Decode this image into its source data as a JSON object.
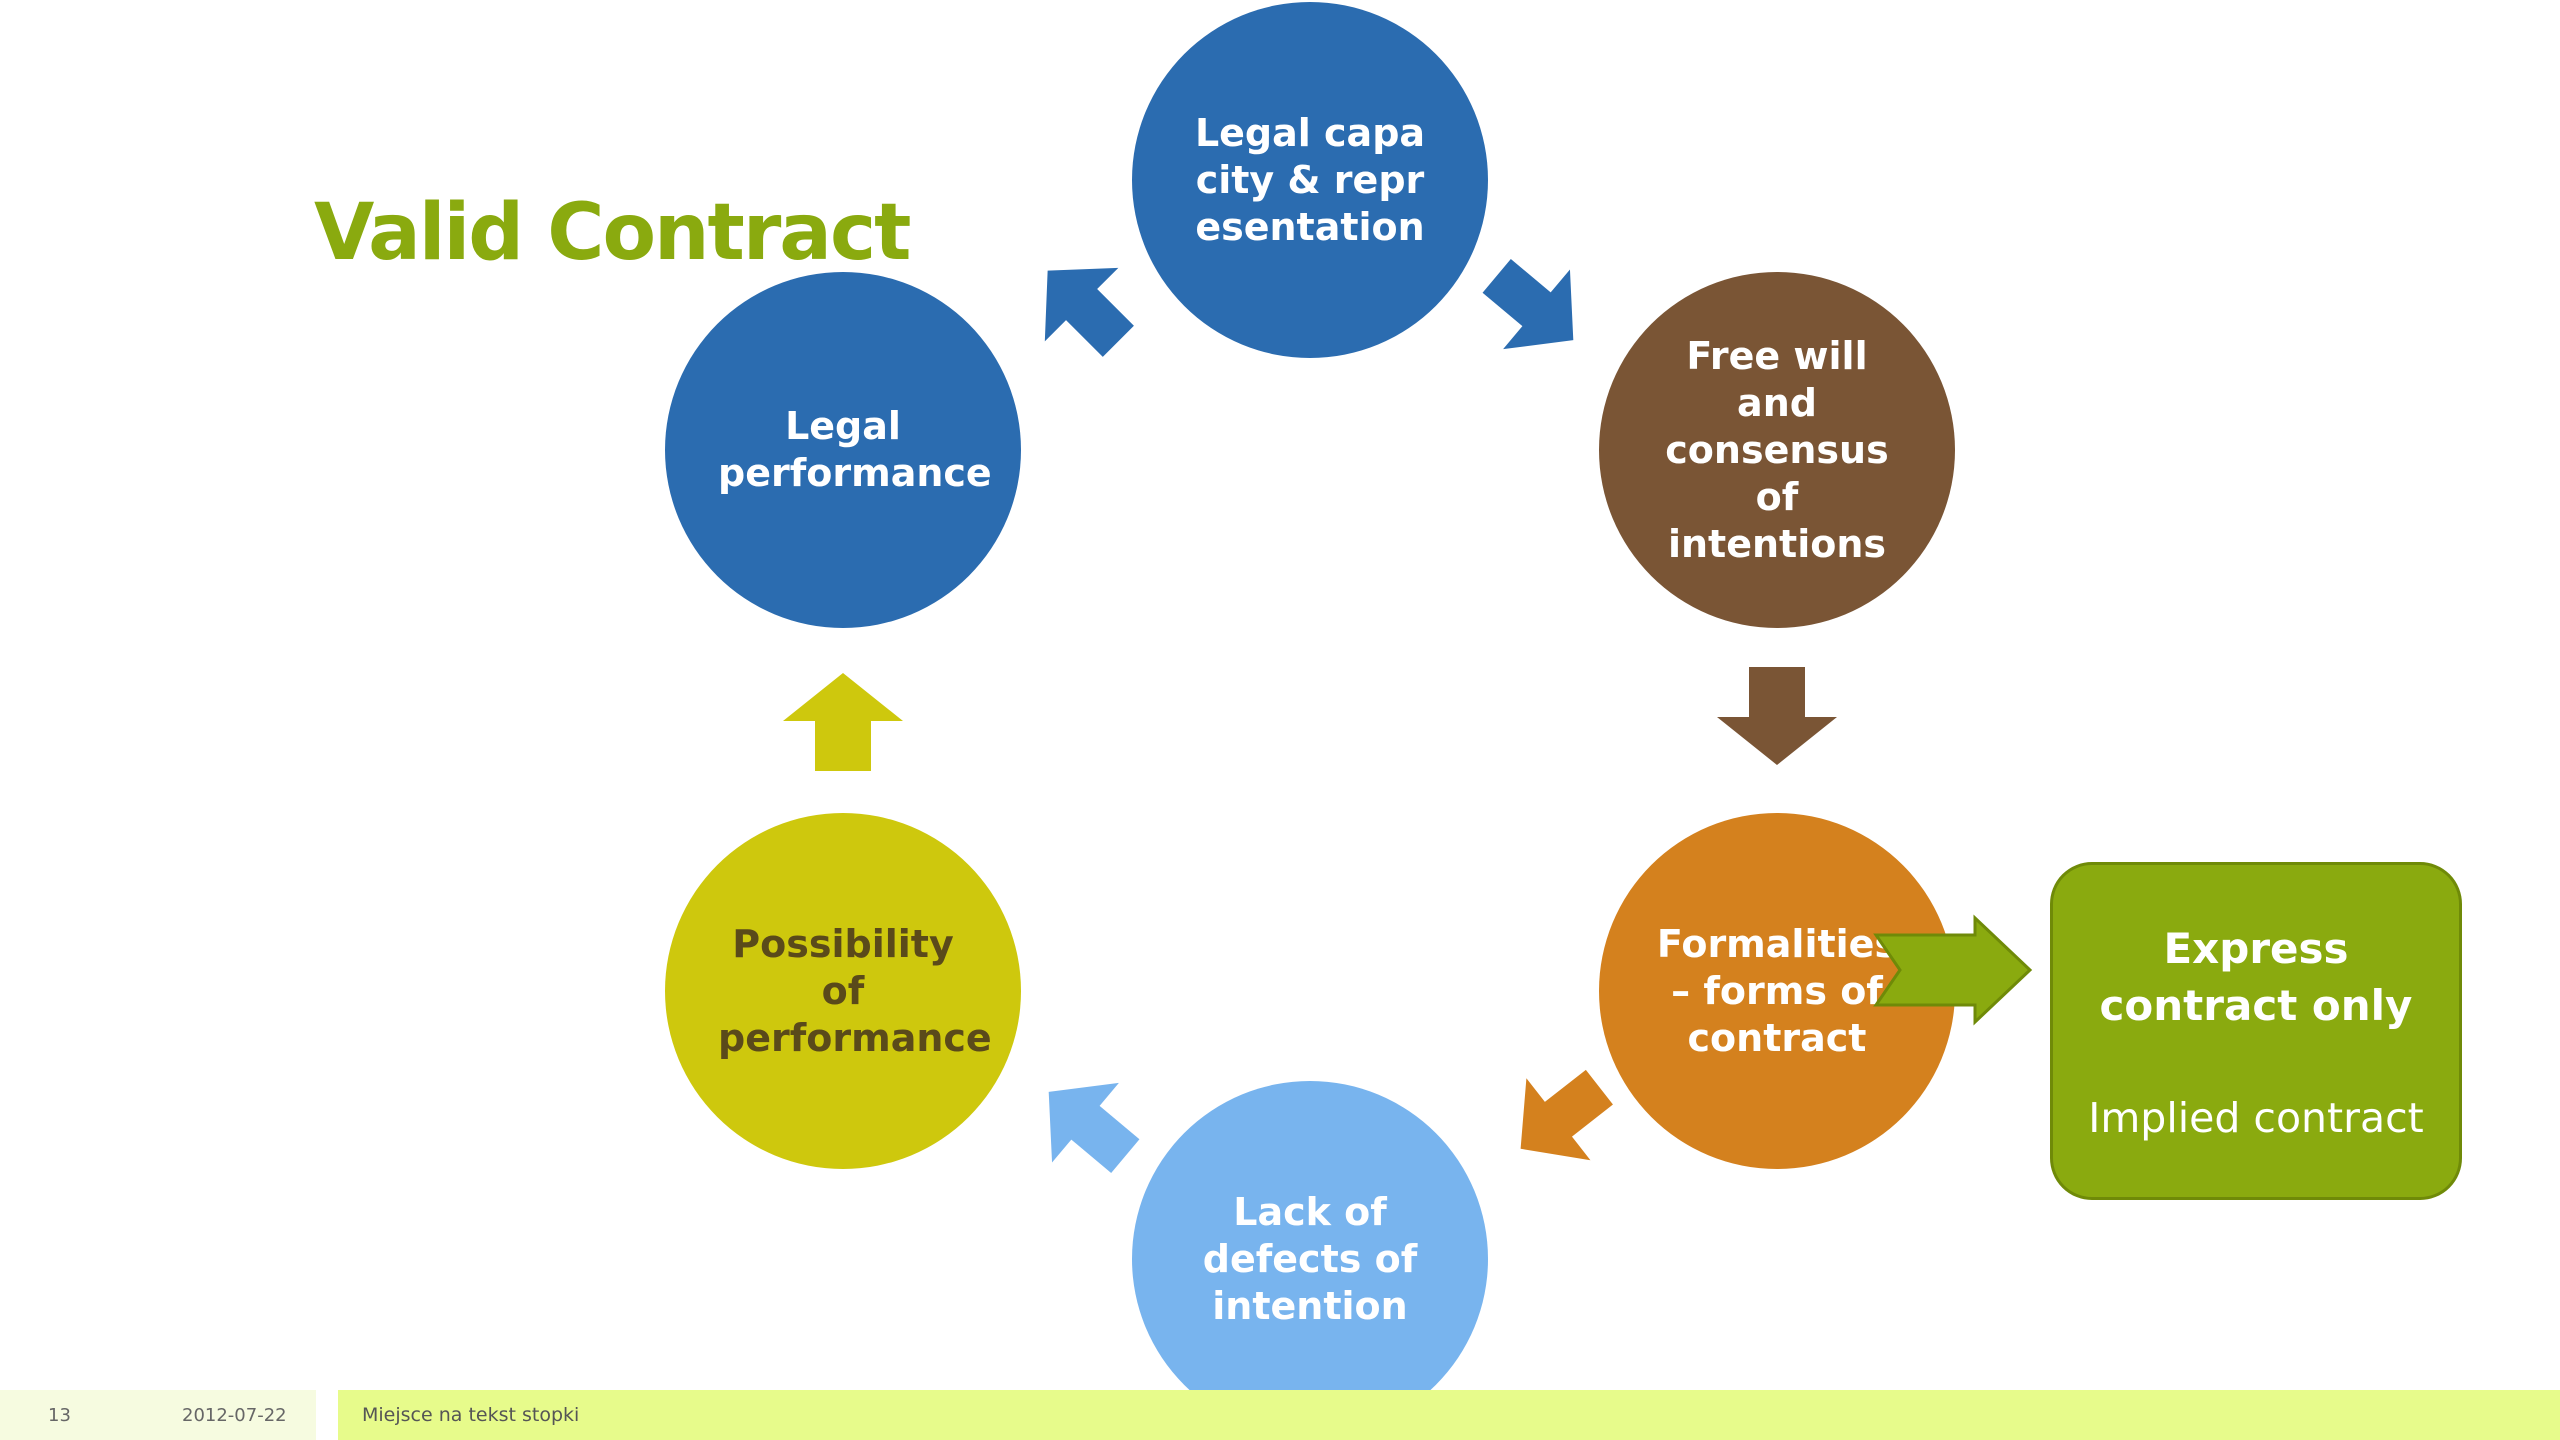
{
  "title": "Valid Contract",
  "nodes": [
    {
      "label": "Legal capacity & representation",
      "color": "#2b6cb0"
    },
    {
      "label": "Free will and consensus of intentions",
      "color": "#7a5535"
    },
    {
      "label": "Formalities – forms of contract",
      "color": "#d4811e"
    },
    {
      "label": "Lack of defects of intention",
      "color": "#78b4ee"
    },
    {
      "label": "Possibility of performance",
      "color": "#cec80d"
    },
    {
      "label": "Legal performance",
      "color": "#2b6cb0"
    }
  ],
  "callout": {
    "main": "Express contract only",
    "sub": "Implied contract",
    "color": "#8aaa0f"
  },
  "footer": {
    "slide_number": "13",
    "date": "2012-07-22",
    "text": "Miejsce na tekst stopki"
  }
}
